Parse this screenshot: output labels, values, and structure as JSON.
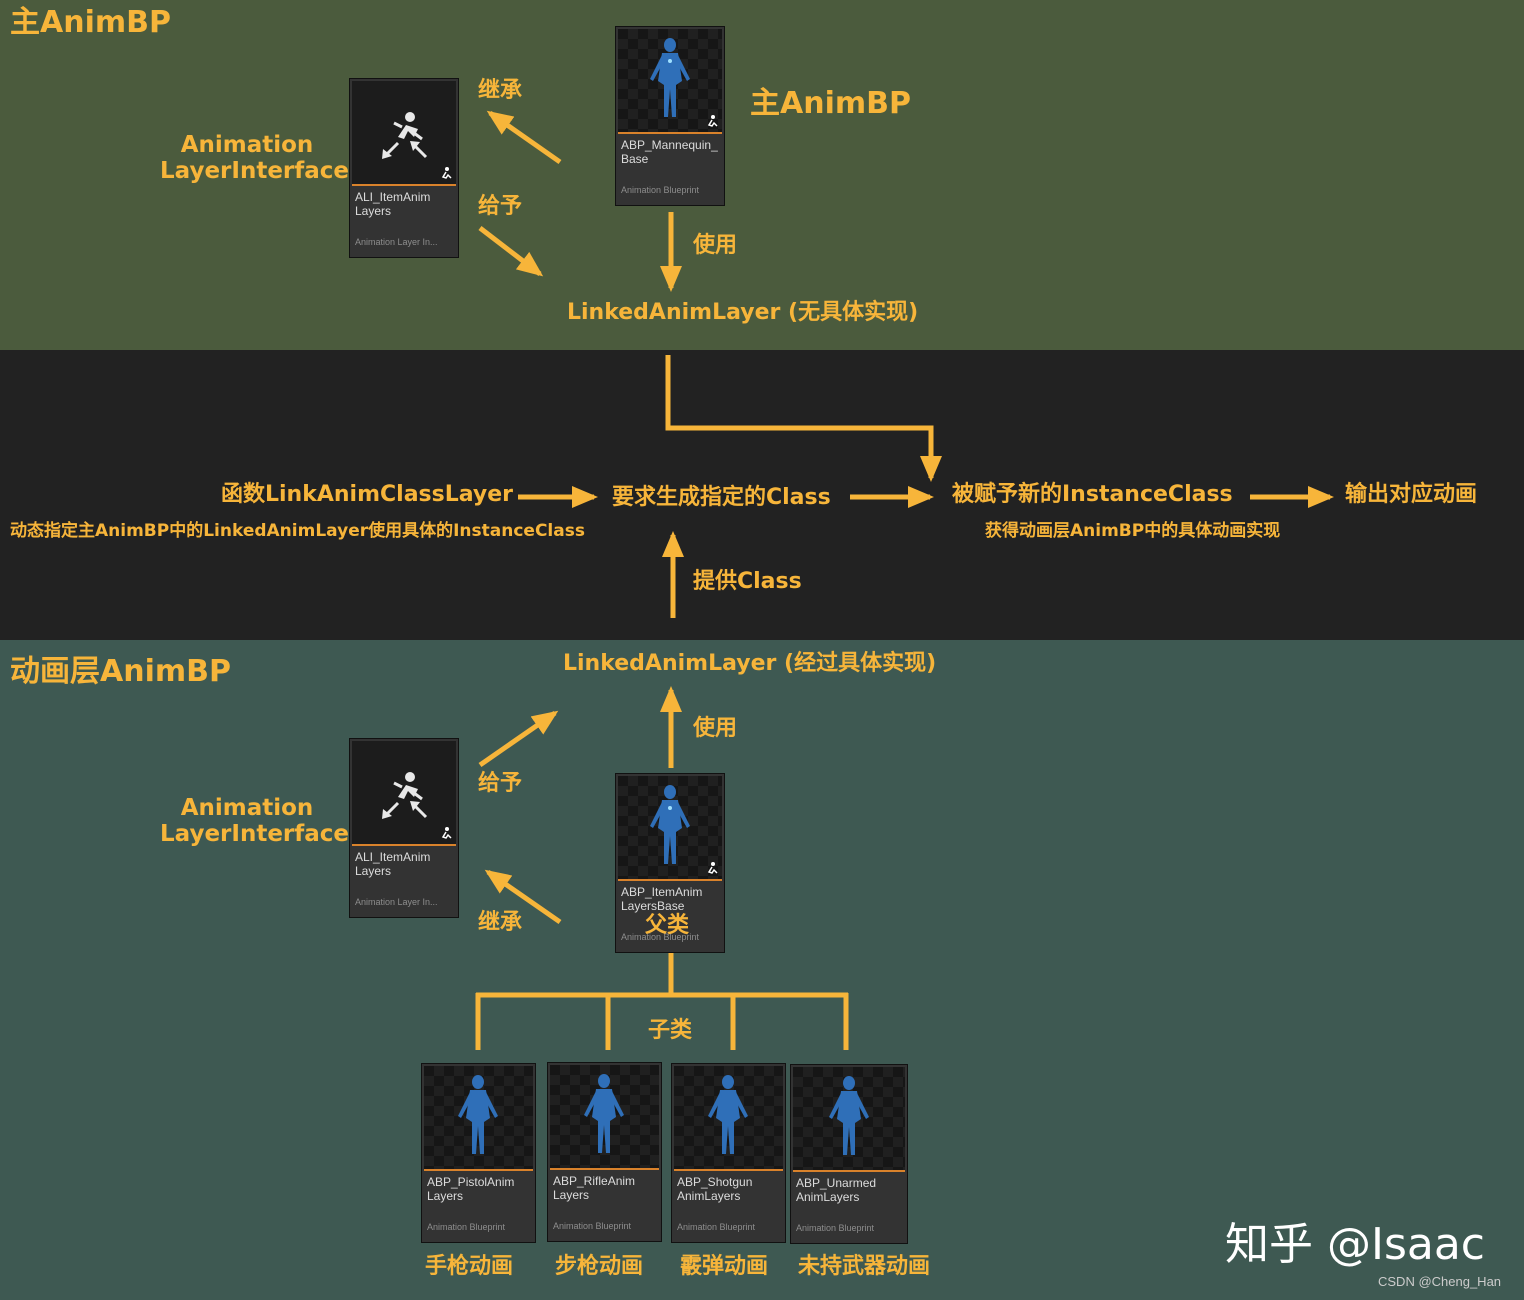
{
  "top": {
    "title": "主AnimBP",
    "interface_label_line1": "Animation",
    "interface_label_line2": "LayerInterface",
    "main_label": "主AnimBP",
    "inherit": "继承",
    "give": "给予",
    "use": "使用",
    "linked_layer": "LinkedAnimLayer (无具体实现)"
  },
  "middle": {
    "function_name": "函数LinkAnimClassLayer",
    "function_desc": "动态指定主AnimBP中的LinkedAnimLayer使用具体的InstanceClass",
    "request": "要求生成指定的Class",
    "assigned": "被赋予新的InstanceClass",
    "assigned_desc": "获得动画层AnimBP中的具体动画实现",
    "output": "输出对应动画",
    "provide": "提供Class"
  },
  "bottom": {
    "title": "动画层AnimBP",
    "linked_layer": "LinkedAnimLayer (经过具体实现)",
    "use": "使用",
    "give": "给予",
    "inherit": "继承",
    "interface_label_line1": "Animation",
    "interface_label_line2": "LayerInterface",
    "parent": "父类",
    "child": "子类",
    "child_labels": [
      "手枪动画",
      "步枪动画",
      "霰弹动画",
      "未持武器动画"
    ]
  },
  "assets": {
    "ali_top": {
      "name_line1": "ALI_ItemAnim",
      "name_line2": "Layers",
      "kind": "Animation Layer In..."
    },
    "abp_base": {
      "name_line1": "ABP_Mannequin_",
      "name_line2": "Base",
      "kind": "Animation Blueprint"
    },
    "ali_bottom": {
      "name_line1": "ALI_ItemAnim",
      "name_line2": "Layers",
      "kind": "Animation Layer In..."
    },
    "abp_layers_base": {
      "name_line1": "ABP_ItemAnim",
      "name_line2": "LayersBase",
      "kind": "Animation Blueprint"
    },
    "children": [
      {
        "name_line1": "ABP_PistolAnim",
        "name_line2": "Layers",
        "kind": "Animation Blueprint"
      },
      {
        "name_line1": "ABP_RifleAnim",
        "name_line2": "Layers",
        "kind": "Animation Blueprint"
      },
      {
        "name_line1": "ABP_Shotgun",
        "name_line2": "AnimLayers",
        "kind": "Animation Blueprint"
      },
      {
        "name_line1": "ABP_Unarmed",
        "name_line2": "AnimLayers",
        "kind": "Animation Blueprint"
      }
    ]
  },
  "watermark": "知乎 @Isaac",
  "credit": "CSDN @Cheng_Han",
  "colors": {
    "accent": "#f7b53a",
    "band_top": "#4b5b3d",
    "band_mid": "#222222",
    "band_bottom": "#3e5952"
  }
}
